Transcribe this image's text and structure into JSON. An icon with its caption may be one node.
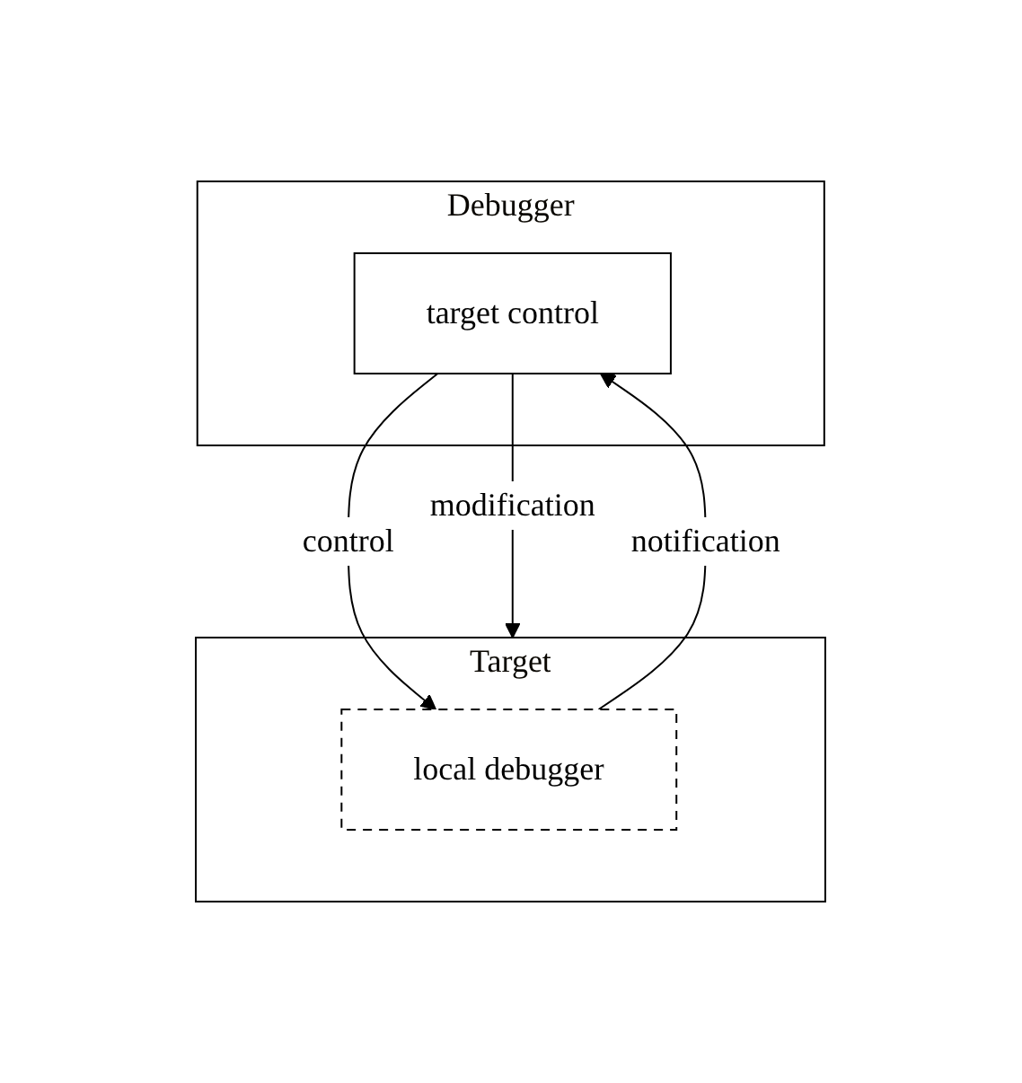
{
  "diagram": {
    "nodes": [
      {
        "text": [
          "Debugger"
        ]
      },
      {
        "text": [
          "target control"
        ],
        "in": 0
      },
      {
        "text": [
          "Target"
        ]
      },
      {
        "text": [
          "local debugger"
        ],
        "in": 2
      }
    ],
    "edges": [
      {
        "from": 1,
        "to": 2,
        "arrow": "to",
        "label": "modification"
      },
      {
        "from": 1,
        "to": 3,
        "arrow": "to",
        "label": "control"
      },
      {
        "from": 3,
        "to": 1,
        "arrow": "to",
        "label": "notification"
      }
    ]
  }
}
